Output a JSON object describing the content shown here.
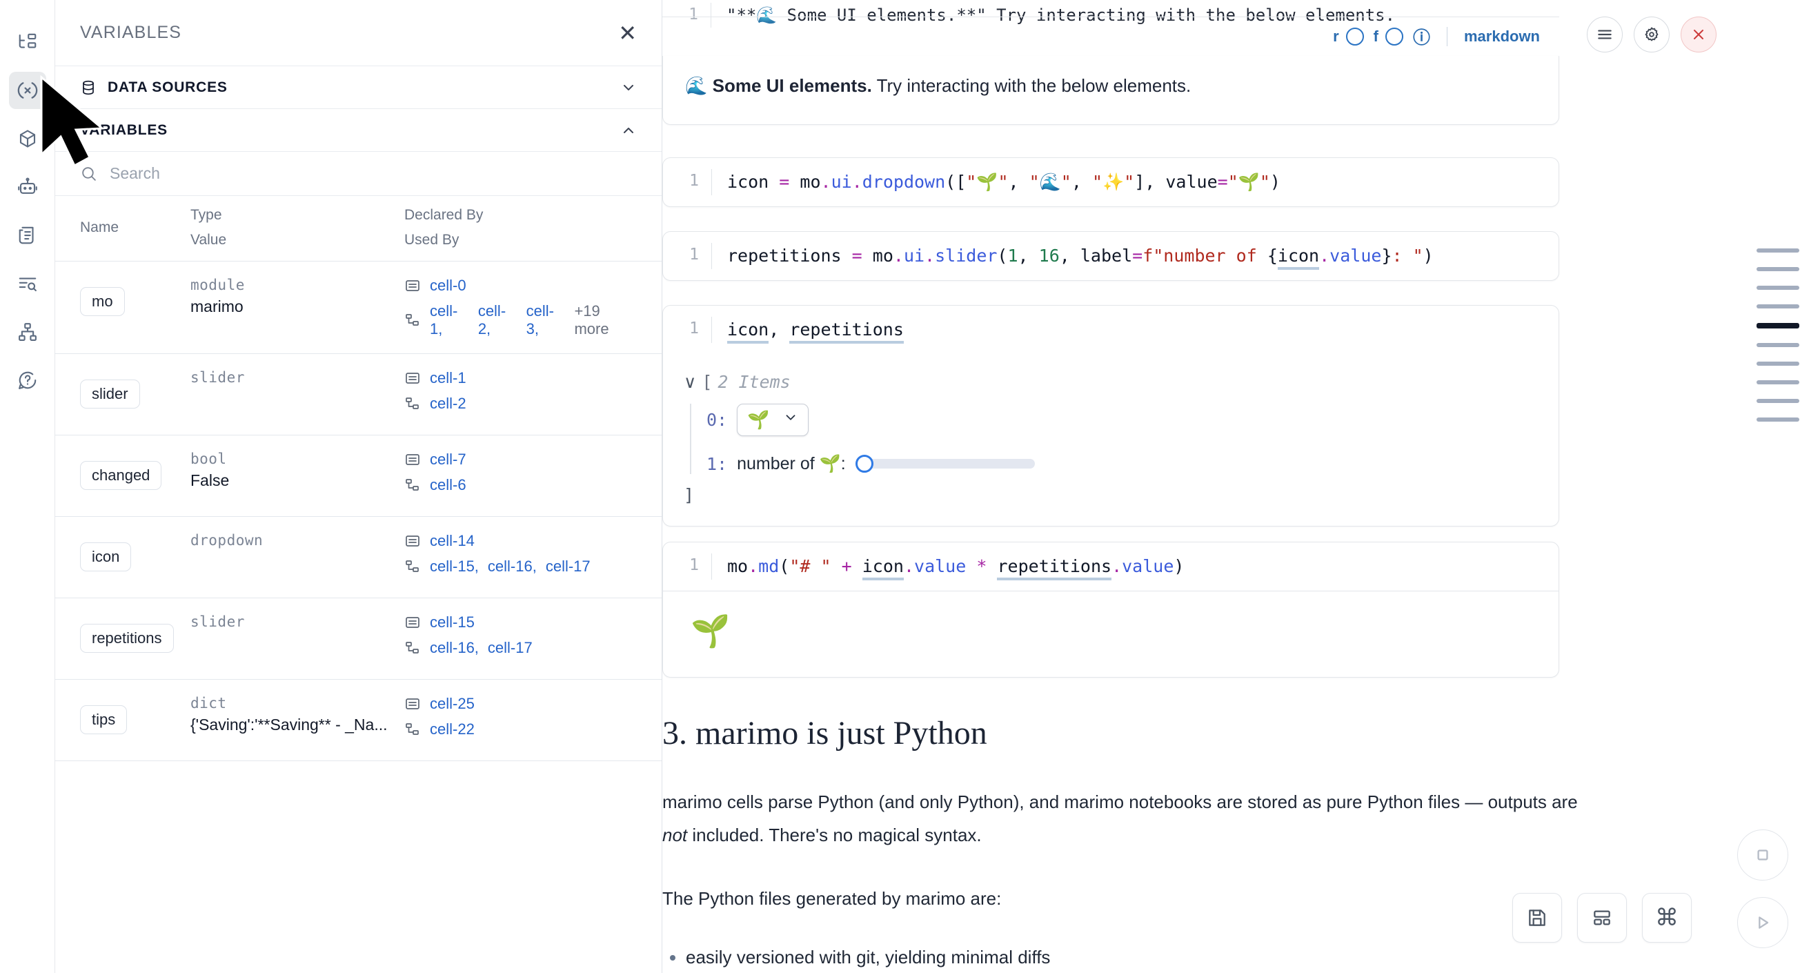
{
  "rail": {
    "items": [
      {
        "name": "file-explorer-icon",
        "label": "File Explorer",
        "active": false
      },
      {
        "name": "variables-icon",
        "label": "Variables",
        "active": true
      },
      {
        "name": "packages-icon",
        "label": "Packages",
        "active": false
      },
      {
        "name": "ai-assistant-icon",
        "label": "AI Assistant",
        "active": false
      },
      {
        "name": "scratchpad-icon",
        "label": "Scratchpad",
        "active": false
      },
      {
        "name": "outline-search-icon",
        "label": "Outline",
        "active": false
      },
      {
        "name": "dependency-graph-icon",
        "label": "Dependency Graph",
        "active": false
      },
      {
        "name": "help-icon",
        "label": "Help",
        "active": false
      }
    ]
  },
  "panel": {
    "title": "VARIABLES",
    "close_label": "✕",
    "sections": [
      {
        "label": "DATA SOURCES",
        "expanded": false,
        "chevron": "down"
      },
      {
        "label": "VARIABLES",
        "expanded": true,
        "chevron": "up"
      }
    ],
    "search": {
      "placeholder": "Search",
      "value": ""
    },
    "table": {
      "headers": {
        "name": "Name",
        "type": "Type",
        "value": "Value",
        "declared_by": "Declared By",
        "used_by": "Used By"
      },
      "rows": [
        {
          "name": "mo",
          "type": "module",
          "value": "marimo",
          "declared_by": [
            "cell-0"
          ],
          "used_by": [
            "cell-1",
            "cell-2",
            "cell-3"
          ],
          "used_by_more": "+19 more"
        },
        {
          "name": "slider",
          "type": "slider",
          "value": "",
          "declared_by": [
            "cell-1"
          ],
          "used_by": [
            "cell-2"
          ],
          "used_by_more": ""
        },
        {
          "name": "changed",
          "type": "bool",
          "value": "False",
          "declared_by": [
            "cell-7"
          ],
          "used_by": [
            "cell-6"
          ],
          "used_by_more": ""
        },
        {
          "name": "icon",
          "type": "dropdown",
          "value": "",
          "declared_by": [
            "cell-14"
          ],
          "used_by": [
            "cell-15",
            "cell-16",
            "cell-17"
          ],
          "used_by_more": ""
        },
        {
          "name": "repetitions",
          "type": "slider",
          "value": "",
          "declared_by": [
            "cell-15"
          ],
          "used_by": [
            "cell-16",
            "cell-17"
          ],
          "used_by_more": ""
        },
        {
          "name": "tips",
          "type": "dict",
          "value": "{'Saving':'**Saving** - _Na...",
          "declared_by": [
            "cell-25"
          ],
          "used_by": [
            "cell-22"
          ],
          "used_by_more": ""
        }
      ]
    }
  },
  "notebook": {
    "partial_top_line": {
      "line_number": "1",
      "text": "\"**🌊 Some UI elements.**\" Try interacting with the below elements."
    },
    "markdown_cell": {
      "status": {
        "r_label": "r",
        "f_label": "f",
        "info_label": "ⓘ",
        "language": "markdown"
      },
      "actions": [
        {
          "name": "cell-menu-button",
          "glyph": "☰"
        },
        {
          "name": "cell-settings-button",
          "glyph": "gear"
        },
        {
          "name": "cell-delete-button",
          "glyph": "✕"
        }
      ],
      "output_emoji": "🌊",
      "output_bold": "Some UI elements.",
      "output_rest": " Try interacting with the below elements."
    },
    "cells": [
      {
        "id": "dropdown-cell",
        "line_number": "1",
        "code_plain": "icon = mo.ui.dropdown([\"🌱\", \"🌊\", \"✨\"], value=\"🌱\")"
      },
      {
        "id": "slider-cell",
        "line_number": "1",
        "code_plain": "repetitions = mo.ui.slider(1, 16, label=f\"number of {icon.value}: \")"
      },
      {
        "id": "display-cell",
        "line_number": "1",
        "code_plain": "icon, repetitions"
      },
      {
        "id": "md-output-cell",
        "line_number": "1",
        "code_plain": "mo.md(\"# \" + icon.value * repetitions.value)"
      }
    ],
    "list_output": {
      "caret": "∨",
      "bracket_open": "[",
      "items_label": "2 Items",
      "bracket_close": "]",
      "item0_index": "0:",
      "item0_value": "🌱",
      "item1_index": "1:",
      "item1_label": "number of 🌱:",
      "slider_value": 1,
      "slider_min": 1,
      "slider_max": 16
    },
    "md_result_emoji": "🌱",
    "section": {
      "caret": "∨",
      "heading": "3. marimo is just Python",
      "paragraph1_a": "marimo cells parse Python (and only Python), and marimo notebooks are stored as pure Python files — outputs are ",
      "paragraph1_em": "not",
      "paragraph1_b": " included. There's no magical syntax.",
      "paragraph2": "The Python files generated by marimo are:",
      "bullets": [
        "easily versioned with git, yielding minimal diffs"
      ]
    },
    "minimap": {
      "marks": 10,
      "active_index": 4
    },
    "bottom_toolbar": [
      {
        "name": "save-button",
        "glyph": "save"
      },
      {
        "name": "layout-button",
        "glyph": "layout"
      },
      {
        "name": "command-palette-button",
        "glyph": "⌘"
      }
    ],
    "run_controls": [
      {
        "name": "interrupt-button",
        "glyph": "stop"
      },
      {
        "name": "run-all-button",
        "glyph": "play"
      }
    ]
  },
  "colors": {
    "accent_blue": "#2563c9",
    "link_blue": "#2b6cb0",
    "danger_red": "#cc3b3b",
    "panel_border": "#dfe3e8",
    "muted_text": "#6b7280"
  }
}
